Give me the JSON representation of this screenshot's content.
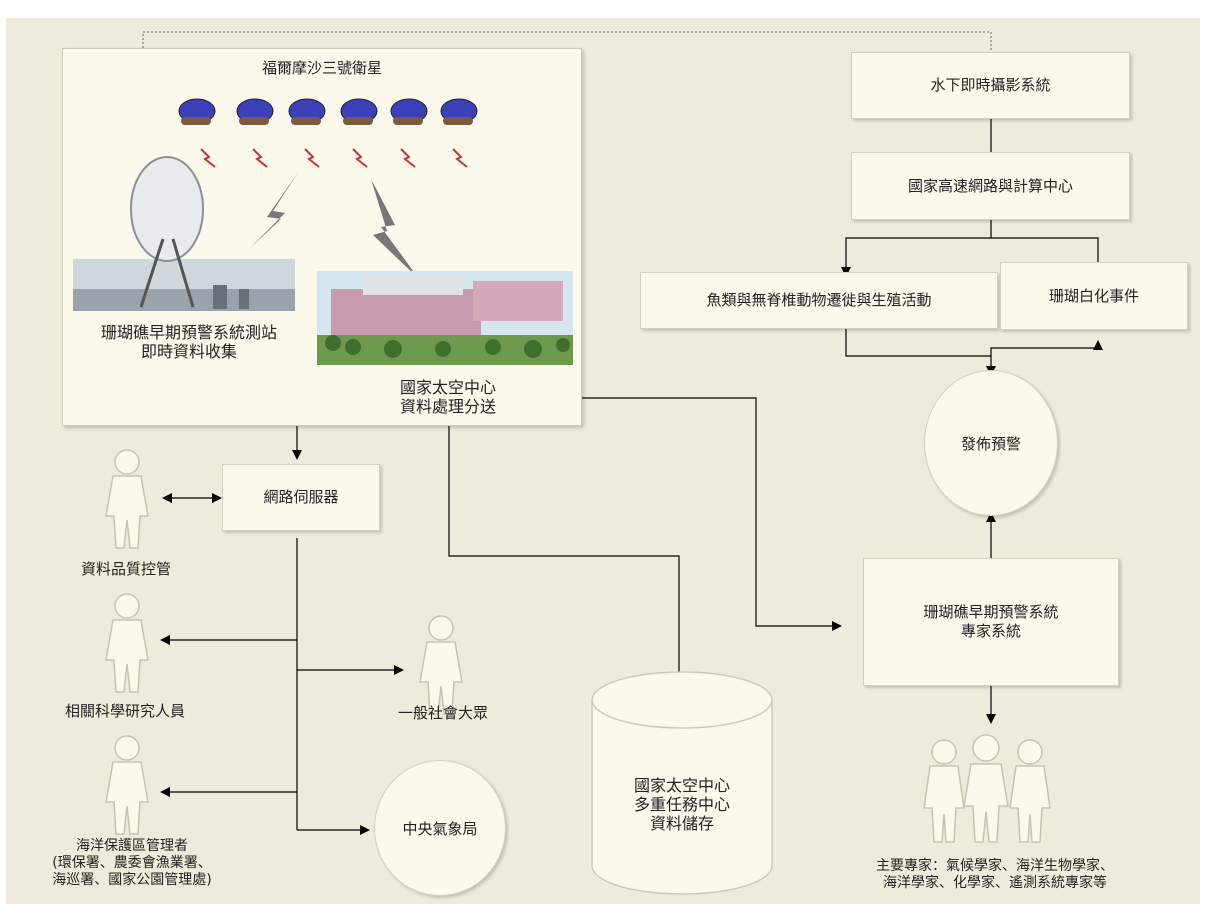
{
  "header": {
    "satellite_label": "福爾摩沙三號衛星",
    "station_label_1": "珊瑚礁早期預警系統測站",
    "station_label_2": "即時資料收集",
    "nspo_label_1": "國家太空中心",
    "nspo_label_2": "資料處理分送"
  },
  "right_flow": {
    "camera": "水下即時攝影系統",
    "nchc": "國家高速網路與計算中心",
    "fish": "魚類與無脊椎動物遷徙與生殖活動",
    "bleach": "珊瑚白化事件",
    "warning": "發佈預警",
    "expert_system_1": "珊瑚礁早期預警系統",
    "expert_system_2": "專家系統",
    "experts_1": "主要專家：氣候學家、海洋生物學家、",
    "experts_2": "海洋學家、化學家、遙測系統專家等"
  },
  "left_flow": {
    "server": "網路伺服器",
    "qc": "資料品質控管",
    "researchers": "相關科學研究人員",
    "public": "一般社會大眾",
    "mpa_1": "海洋保護區管理者",
    "mpa_2": "(環保署、農委會漁業署、",
    "mpa_3": "海巡署、國家公園管理處)",
    "cwb": "中央氣象局",
    "storage_1": "國家太空中心",
    "storage_2": "多重任務中心",
    "storage_3": "資料儲存"
  },
  "colors": {
    "background": "#efebdc",
    "box_fill": "#fbf8ec",
    "line": "#000000",
    "lightning": "#d0302a",
    "satellite_body": "#3b3fb8"
  }
}
